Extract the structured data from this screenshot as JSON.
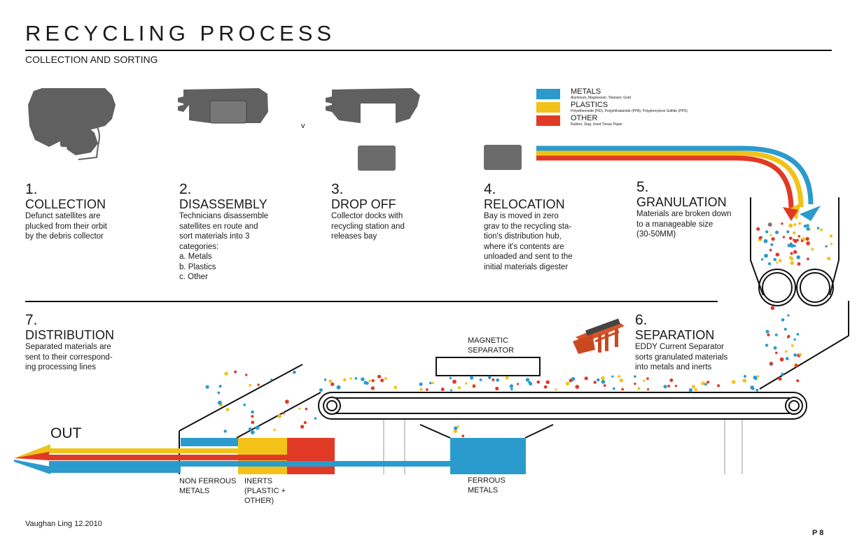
{
  "header": {
    "title": "RECYCLING PROCESS",
    "subtitle": "COLLECTION AND SORTING"
  },
  "steps": [
    {
      "num": "1.",
      "name": "COLLECTION",
      "desc": "Defunct satellites are\nplucked from their orbit\nby the debris collector"
    },
    {
      "num": "2.",
      "name": "DISASSEMBLY",
      "desc": "Technicians disassemble\nsatellites en route and\nsort materials into 3\ncategories:\na. Metals\nb. Plastics\nc. Other"
    },
    {
      "num": "3.",
      "name": "DROP OFF",
      "desc": "Collector docks with\nrecycling station and\nreleases bay"
    },
    {
      "num": "4.",
      "name": "RELOCATION",
      "desc": "Bay is moved in zero\ngrav to the recycling sta-\ntion's distribution hub,\nwhere it's contents are\nunloaded and sent to the\ninitial materials digester"
    },
    {
      "num": "5.",
      "name": "GRANULATION",
      "desc": "Materials are broken down\nto a manageable size\n(30-50MM)"
    },
    {
      "num": "6.",
      "name": "SEPARATION",
      "desc": "EDDY Current Separator\nsorts granulated materials\ninto metals and inerts"
    },
    {
      "num": "7.",
      "name": "DISTRIBUTION",
      "desc": "Separated materials are\nsent to their correspond-\ning processing lines"
    }
  ],
  "legend": [
    {
      "name": "METALS",
      "sub": "Aluminum, Magnesium, Titanium, Gold",
      "color": "#2a9bcc"
    },
    {
      "name": "PLASTICS",
      "sub": "Polyetherimide (PEI), Polyphthalamide (PPA), Polyphenylene Sulfide (PPS)",
      "color": "#f2c218"
    },
    {
      "name": "OTHER",
      "sub": "Rubber, Slag, Used Tissue Paper",
      "color": "#e03a26"
    }
  ],
  "labels": {
    "magnetic": "MAGNETIC\nSEPARATOR",
    "out": "OUT",
    "non_ferrous": "NON FERROUS\nMETALS",
    "inerts": "INERTS\n(PLASTIC +\nOTHER)",
    "ferrous": "FERROUS\nMETALS",
    "stray_mark": "v"
  },
  "footer": {
    "author": "Vaughan Ling 12.2010",
    "page": "P 8"
  },
  "colors": {
    "metals": "#2a9bcc",
    "plastics": "#f2c218",
    "other": "#e03a26",
    "machine": "#555555",
    "bay": "#6b6b6b",
    "separator_machine": "#d9532a"
  }
}
